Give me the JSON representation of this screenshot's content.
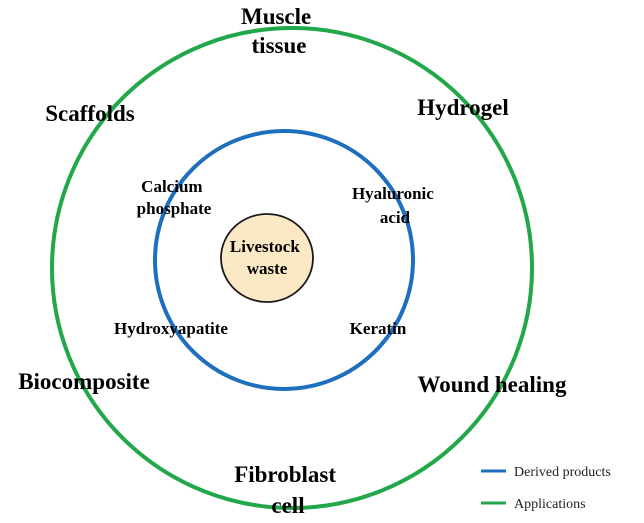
{
  "colors": {
    "derived_products": "#1f6fbf",
    "applications": "#22a84a",
    "center_fill": "#fbe8c4",
    "center_stroke": "#1a1a1a",
    "text": "#000000"
  },
  "center": {
    "line1": "Livestock",
    "line2": "waste"
  },
  "derived_products": {
    "calcium_phosphate": {
      "line1": "Calcium",
      "line2": "phosphate"
    },
    "hyaluronic_acid": {
      "line1": "Hyaluronic",
      "line2": "acid"
    },
    "hydroxyapatite": {
      "line1": "Hydroxyapatite"
    },
    "keratin": {
      "line1": "Keratin"
    }
  },
  "applications": {
    "muscle_tissue": {
      "line1": "Muscle",
      "line2": "tissue"
    },
    "scaffolds": {
      "line1": "Scaffolds"
    },
    "hydrogel": {
      "line1": "Hydrogel"
    },
    "biocomposite": {
      "line1": "Biocomposite"
    },
    "wound_healing": {
      "line1": "Wound healing"
    },
    "fibroblast_cell": {
      "line1": "Fibroblast",
      "line2": "cell"
    }
  },
  "legend": {
    "derived_label": "Derived products",
    "applications_label": "Applications"
  }
}
